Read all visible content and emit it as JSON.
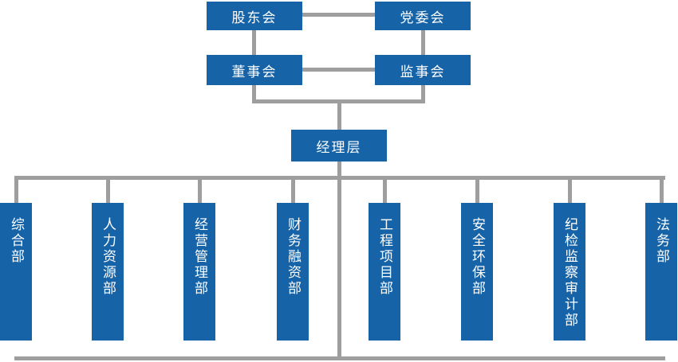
{
  "diagram": {
    "type": "org-chart",
    "governance": {
      "shareholders_label": "股东会",
      "party_committee_label": "党委会",
      "board_label": "董事会",
      "supervisory_label": "监事会",
      "management_label": "经理层"
    },
    "departments": [
      {
        "label": "综合部"
      },
      {
        "label": "人力资源部"
      },
      {
        "label": "经营管理部"
      },
      {
        "label": "财务融资部"
      },
      {
        "label": "工程项目部"
      },
      {
        "label": "安全环保部"
      },
      {
        "label": "纪检监察审计部"
      },
      {
        "label": "法务部"
      }
    ],
    "colors": {
      "node_fill": "#1663a8",
      "node_text": "#ffffff",
      "connector": "#9e9e9e",
      "background": "#ffffff"
    }
  }
}
